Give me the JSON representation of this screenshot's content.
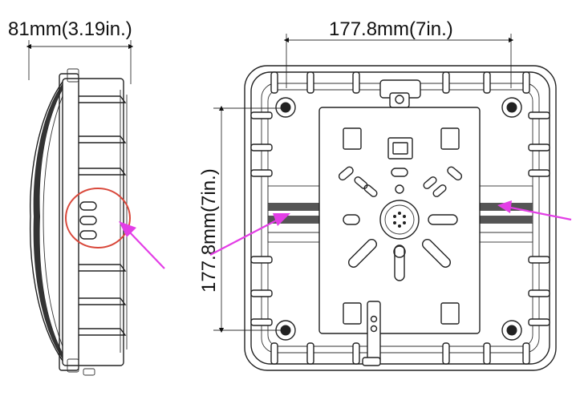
{
  "dimensions": {
    "side_depth": "81mm(3.19in.)",
    "front_width": "177.8mm(7in.)",
    "front_height": "177.8mm(7in.)"
  },
  "colors": {
    "arrow": "#e33ee6",
    "highlight_circle": "#d9483b",
    "line": "#222222"
  },
  "icons": {
    "arrow": "magenta-arrow-icon",
    "mount_hole": "screw-hole-icon"
  }
}
